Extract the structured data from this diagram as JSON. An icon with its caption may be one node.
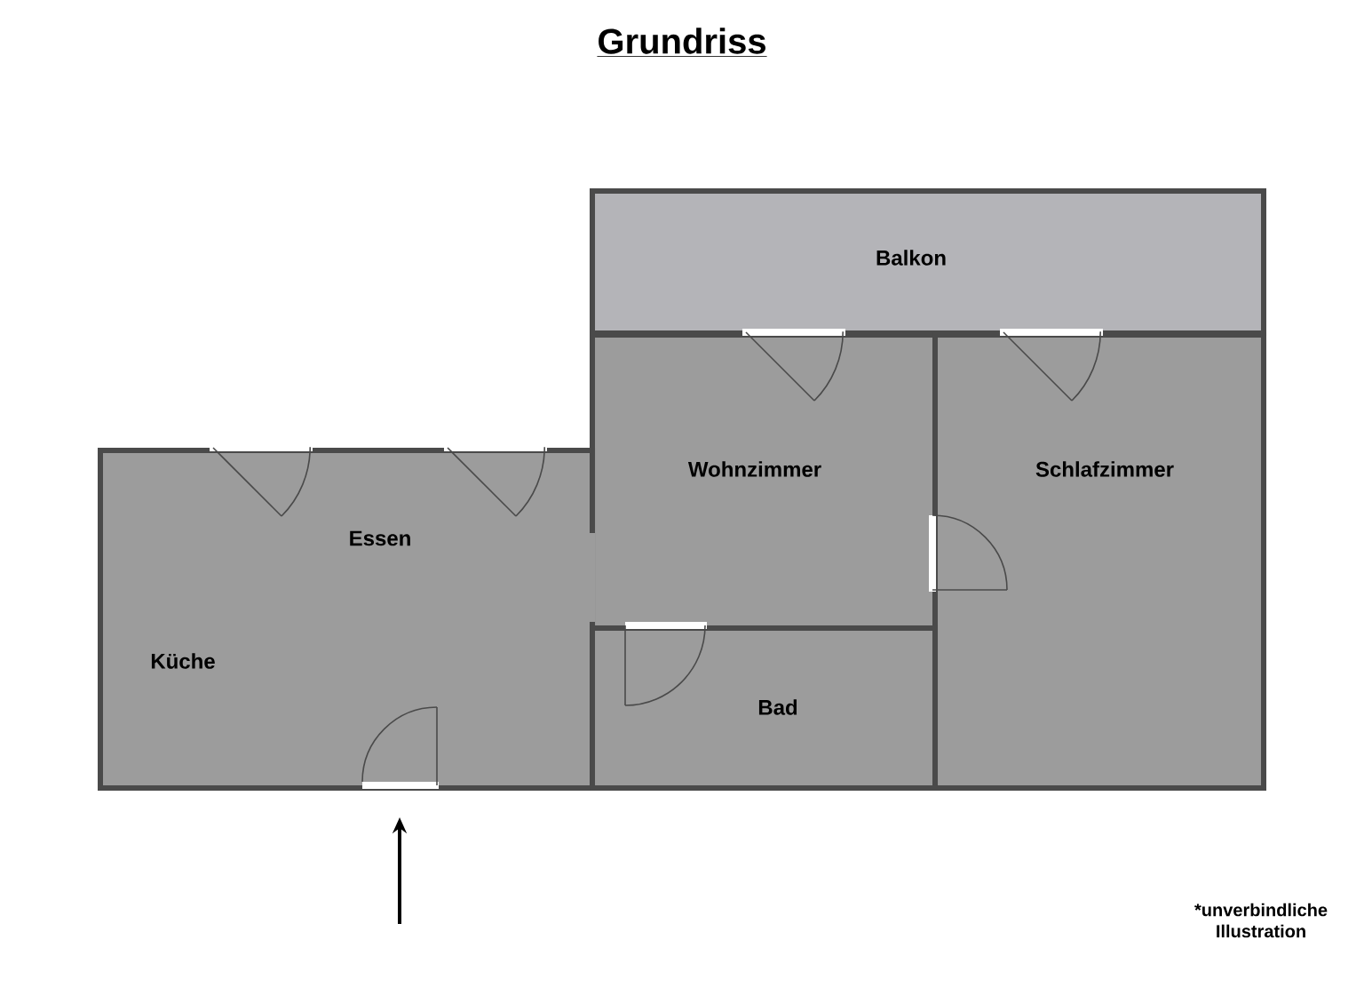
{
  "diagram": {
    "title": "Grundriss",
    "nodes": [
      {
        "text": [
          "Balkon"
        ]
      },
      {
        "text": [
          "Wohnzimmer"
        ]
      },
      {
        "text": [
          "Schlafzimmer"
        ]
      },
      {
        "text": [
          "Essen",
          "Küche"
        ]
      },
      {
        "text": [
          "Bad"
        ]
      }
    ],
    "edges": [],
    "labels": [
      "*unverbindliche Illustration"
    ]
  }
}
